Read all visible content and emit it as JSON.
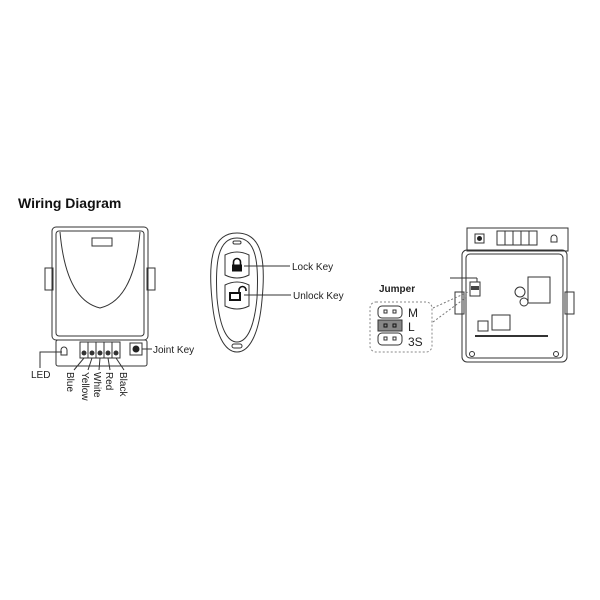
{
  "title": "Wiring Diagram",
  "receiver": {
    "led_label": "LED",
    "joint_key_label": "Joint Key",
    "wires": [
      "Blue",
      "Yellow",
      "White",
      "Red",
      "Black"
    ]
  },
  "remote": {
    "lock_key_label": "Lock Key",
    "unlock_key_label": "Unlock Key",
    "lock_icon": "locked-padlock-icon",
    "unlock_icon": "unlocked-padlock-icon"
  },
  "jumper": {
    "label": "Jumper",
    "options": [
      "M",
      "L",
      "3S"
    ],
    "selected": "L"
  }
}
